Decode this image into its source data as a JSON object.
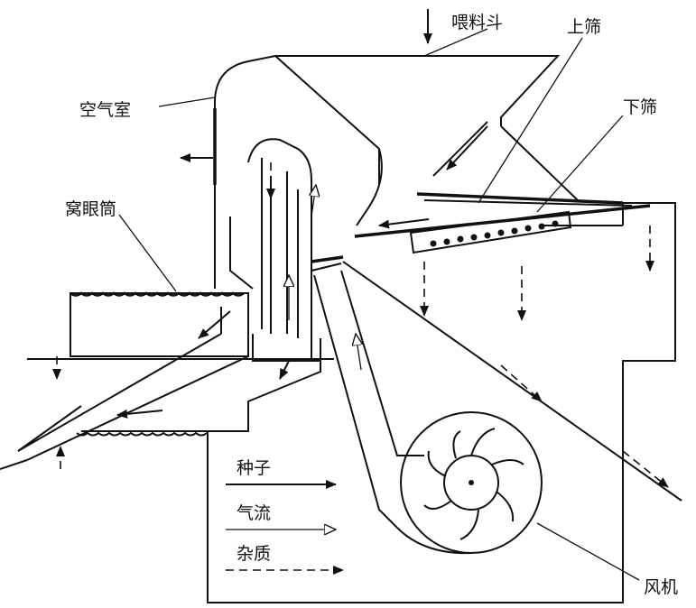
{
  "labels": {
    "feed_hopper": "喂料斗",
    "upper_screen": "上筛",
    "lower_screen": "下筛",
    "air_chamber": "空气室",
    "indented_cylinder": "窝眼筒",
    "fan": "风机"
  },
  "legend": {
    "seed": "种子",
    "airflow": "气流",
    "impurity": "杂质"
  }
}
